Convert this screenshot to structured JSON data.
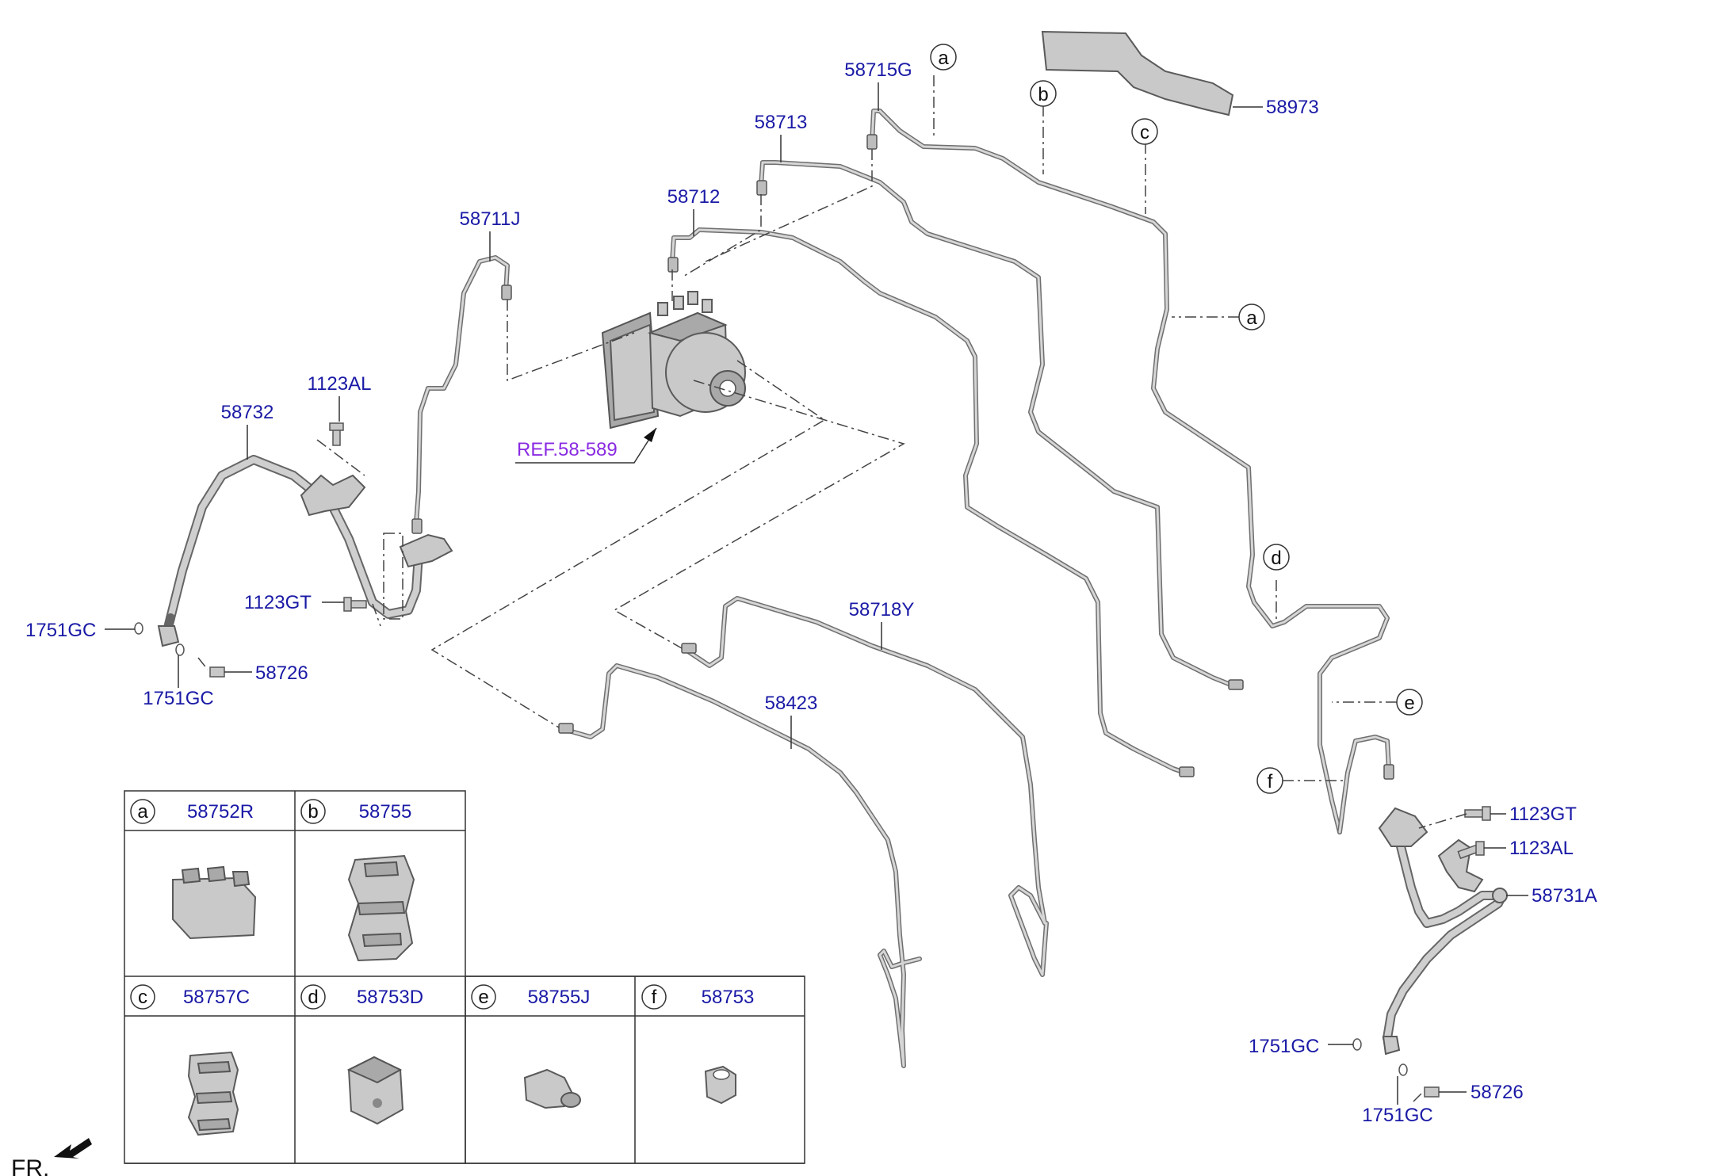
{
  "labels": {
    "l_58715G": "58715G",
    "l_58973": "58973",
    "l_58713": "58713",
    "l_58712": "58712",
    "l_58711J": "58711J",
    "l_1123AL_left": "1123AL",
    "l_58732": "58732",
    "l_ref": "REF.58-589",
    "l_1123GT_left": "1123GT",
    "l_1751GC_left_a": "1751GC",
    "l_1751GC_left_b": "1751GC",
    "l_58726_left": "58726",
    "l_58718Y": "58718Y",
    "l_58423": "58423",
    "l_1123GT_right": "1123GT",
    "l_1123AL_right": "1123AL",
    "l_58731A": "58731A",
    "l_1751GC_right_a": "1751GC",
    "l_1751GC_right_b": "1751GC",
    "l_58726_right": "58726",
    "fr": "FR."
  },
  "callouts": {
    "a1": "a",
    "b1": "b",
    "c1": "c",
    "a2": "a",
    "d1": "d",
    "e1": "e",
    "f1": "f"
  },
  "table": {
    "cells": [
      {
        "letter": "a",
        "part": "58752R"
      },
      {
        "letter": "b",
        "part": "58755"
      },
      {
        "letter": "c",
        "part": "58757C"
      },
      {
        "letter": "d",
        "part": "58753D"
      },
      {
        "letter": "e",
        "part": "58755J"
      },
      {
        "letter": "f",
        "part": "58753"
      }
    ]
  },
  "colors": {
    "label": "#1a1aa6",
    "reference": "#8a2be2",
    "line": "#6f6f6f"
  }
}
